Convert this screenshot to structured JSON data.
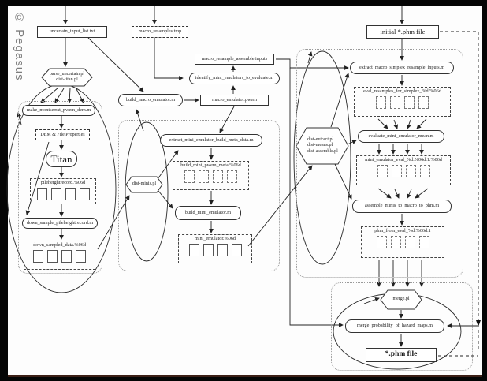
{
  "watermark": "© Pegasus",
  "top": {
    "uncertain": "uncertain_input_list.txt",
    "tmp": "macro_resamples.tmp",
    "initial_phm": "initial *.phm file"
  },
  "left": {
    "parse1": "parse_uncertain.pl",
    "parse2": "dist-titan.pl",
    "make": "make_montserrat_pwem_dem.m",
    "dem": "DEM &  File Properties",
    "titan": "Titan",
    "pile_title": "pileheightrecord.%06d",
    "downsample": "down_sample_pileheightrecord.m",
    "downsampled_title": "down_sampled_data.%06d"
  },
  "mid": {
    "build_macro": "build_macro_emulator.m",
    "macro_emulator": "macro_emulator.pwem",
    "identify": "identify_mini_emulators_to_evaluate.m",
    "resample_assemble": "macro_resample_assemble.inputs",
    "extract_mini": "extract_mini_emulator_build_meta_data.m",
    "build_mini_pwem_title": "build_mini_pwem_meta.%06d",
    "dist_minis": "dist-minis.pl",
    "build_mini": "build_mini_emulator.m",
    "mini_emulator_title": "mini_emulator.%06d"
  },
  "right": {
    "extract_macro": "extract_macro_simplex_resample_inputs.m",
    "eval_resamples_title": "eval_resamples_for_simplex_%d/%06d",
    "dist1": "dist-extract.pl",
    "dist2": "dist-means.pl",
    "dist3": "dist-assemble.pl",
    "evaluate": "evaluate_mini_emulator_mean.m",
    "mini_eval_title": "mini_emulator_eval_%d.%06d.1.%06d",
    "assemble": "assemble_minis_to_macro_to_phm.m",
    "phm_from_eval_title": "phm_from_eval_%d.%06d.1"
  },
  "bottom": {
    "merge_pl": "merge.pl",
    "merge_prob": "merge_probability_of_hazard_maps.m",
    "phm_file": "*.phm file"
  }
}
